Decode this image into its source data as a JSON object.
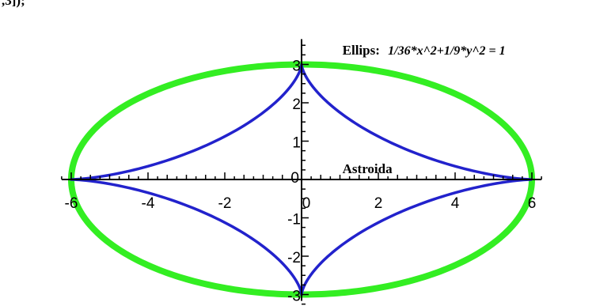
{
  "header_fragment": ",3]);",
  "chart_data": {
    "type": "line",
    "xlim": [
      -6,
      6
    ],
    "ylim": [
      -3,
      3
    ],
    "x_ticks": [
      -6,
      -4,
      -2,
      0,
      2,
      4,
      6
    ],
    "y_ticks": [
      -3,
      -2,
      -1,
      0,
      1,
      2,
      3
    ],
    "grid": false,
    "series": [
      {
        "name": "Ellips",
        "kind": "ellipse",
        "a": 6,
        "b": 3,
        "color": "#33ee22"
      },
      {
        "name": "Astroida",
        "kind": "astroid",
        "a": 6,
        "b": 3,
        "color": "#2222cc"
      }
    ],
    "annotations": [
      {
        "id": "ellips",
        "label": "Ellips:",
        "equation": "1/36*x^2+1/9*y^2 = 1",
        "x": 0.9,
        "y": 2.95
      },
      {
        "id": "astroida",
        "label": "Astroida",
        "x": 0.9,
        "y": 0.1
      }
    ]
  }
}
